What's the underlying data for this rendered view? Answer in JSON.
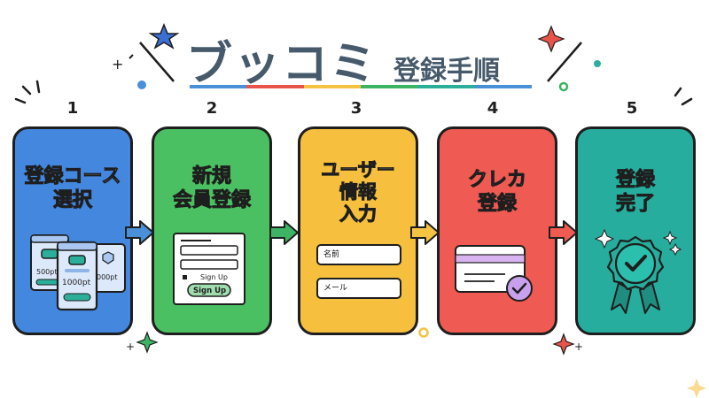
{
  "title": {
    "main": "ブッコミ",
    "sub": "登録手順"
  },
  "colors": {
    "title_text": "#465a6b",
    "rainbow": [
      "#4a90d9",
      "#e8534a",
      "#f4c343",
      "#3cb464",
      "#2bae9a",
      "#4a90d9"
    ],
    "step1": "#4387df",
    "step2": "#4bc062",
    "step3": "#f6bf3e",
    "step4": "#ef5a52",
    "step5": "#26ad9d",
    "outline": "#1e1e1e"
  },
  "steps": [
    {
      "number": "1",
      "title": "登録コース\n選択",
      "illustration": {
        "card_left": "500pt",
        "card_center": "1000pt",
        "card_right": "000pt"
      }
    },
    {
      "number": "2",
      "title": "新規\n会員登録",
      "illustration": {
        "checkbox_label": "Sign Up",
        "button_label": "Sign Up"
      }
    },
    {
      "number": "3",
      "title": "ユーザー\n情報\n入力",
      "illustration": {
        "field_name": "名前",
        "field_mail": "メール"
      }
    },
    {
      "number": "4",
      "title": "クレカ\n登録",
      "illustration": {
        "icon": "credit-card-check-icon"
      }
    },
    {
      "number": "5",
      "title": "登録\n完了",
      "illustration": {
        "icon": "award-badge-check-icon"
      }
    }
  ]
}
